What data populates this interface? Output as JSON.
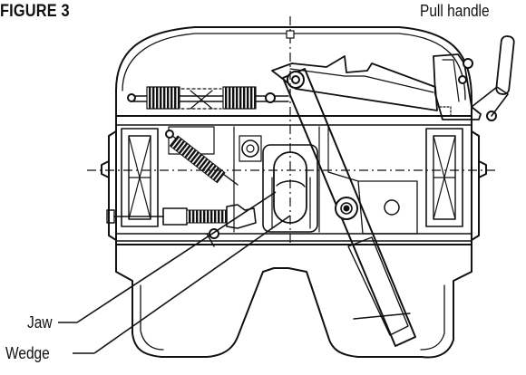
{
  "figure": {
    "title": "FIGURE 3",
    "labels": {
      "pull_handle": "Pull handle",
      "jaw": "Jaw",
      "wedge": "Wedge"
    }
  },
  "colors": {
    "ink": "#111111",
    "background": "#ffffff",
    "hatch": "#222222"
  }
}
